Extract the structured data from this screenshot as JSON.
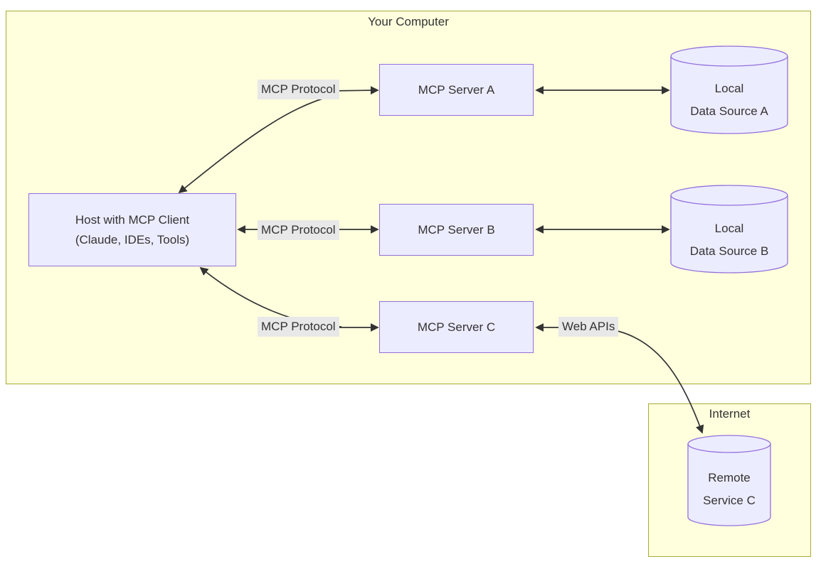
{
  "groups": {
    "your_computer": {
      "title": "Your Computer"
    },
    "internet": {
      "title": "Internet"
    }
  },
  "nodes": {
    "host": {
      "line1": "Host with MCP Client",
      "line2": "(Claude, IDEs, Tools)"
    },
    "server_a": {
      "label": "MCP Server A"
    },
    "server_b": {
      "label": "MCP Server B"
    },
    "server_c": {
      "label": "MCP Server C"
    },
    "data_a": {
      "line1": "Local",
      "line2": "Data Source A"
    },
    "data_b": {
      "line1": "Local",
      "line2": "Data Source B"
    },
    "remote_c": {
      "line1": "Remote",
      "line2": "Service C"
    }
  },
  "edge_labels": {
    "mcp_protocol": "MCP Protocol",
    "web_apis": "Web APIs"
  },
  "colors": {
    "cluster_fill": "#ffffde",
    "cluster_border": "#aaaa33",
    "node_fill": "#ececff",
    "node_border": "#9370db",
    "edge_label_bg": "#e8e8e8",
    "edge_color": "#333333",
    "text_color": "#333333"
  }
}
